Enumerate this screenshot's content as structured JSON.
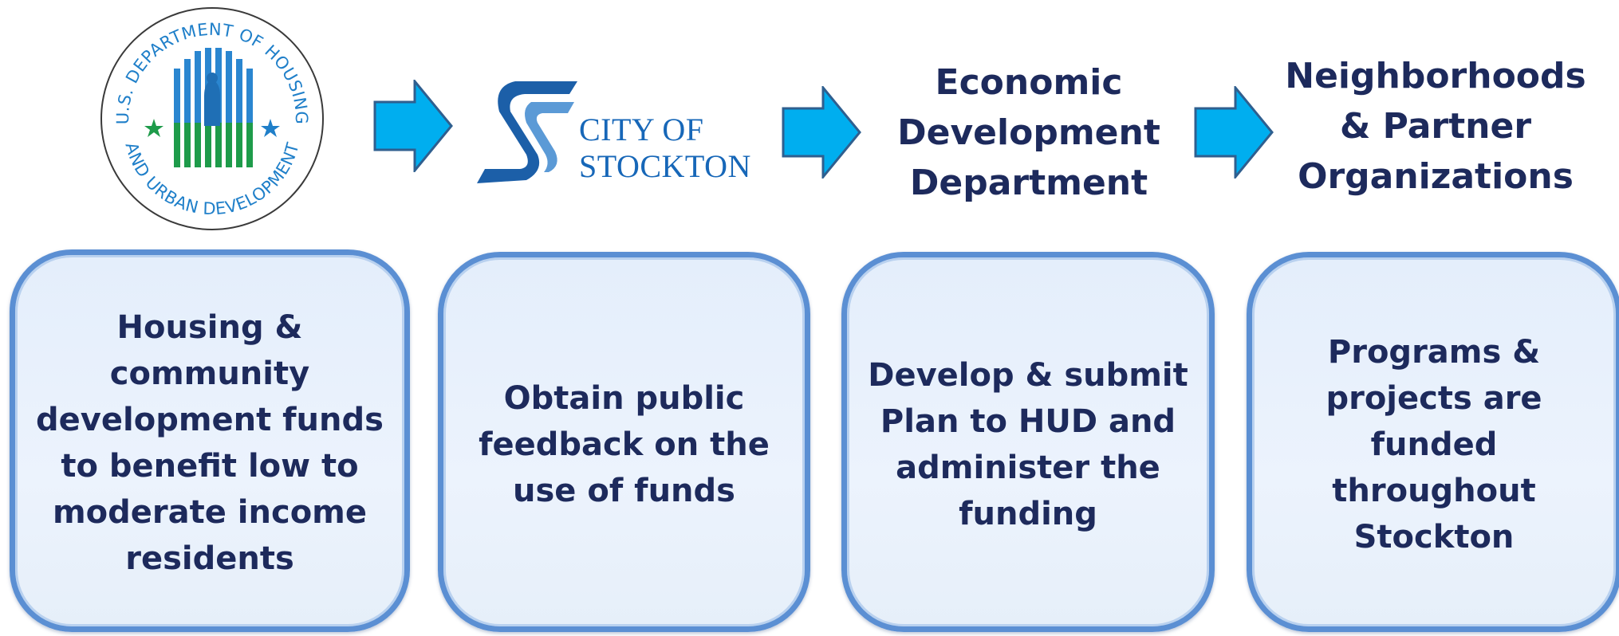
{
  "header": {
    "hud_logo": {
      "top_text": "U.S. DEPARTMENT OF HOUSING",
      "bottom_text": "AND URBAN DEVELOPMENT",
      "icon": "hud-seal-icon"
    },
    "stockton_logo": {
      "line1": "CITY OF",
      "line2": "STOCKTON",
      "icon": "stockton-s-icon"
    },
    "economic_title": "Economic\nDevelopment\nDepartment",
    "neighborhoods_title": "Neighborhoods\n& Partner\nOrganizations"
  },
  "arrows": [
    "arrow-right-icon",
    "arrow-right-icon",
    "arrow-right-icon"
  ],
  "steps": [
    {
      "text": "Housing &\ncommunity\ndevelopment funds\nto benefit low to\nmoderate income\nresidents"
    },
    {
      "text": "Obtain public\nfeedback on the\nuse of funds"
    },
    {
      "text": "Develop & submit\nPlan to HUD and\nadminister the\nfunding"
    },
    {
      "text": "Programs &\nprojects are\nfunded\nthroughout\nStockton"
    }
  ],
  "colors": {
    "arrow_fill": "#00aeef",
    "arrow_stroke": "#2f5f8f",
    "text": "#1d2a5c",
    "box_border": "#5b8fd3",
    "hud_blue": "#2a86d0",
    "hud_green": "#1e9b4a",
    "stockton_blue": "#1767b8"
  }
}
